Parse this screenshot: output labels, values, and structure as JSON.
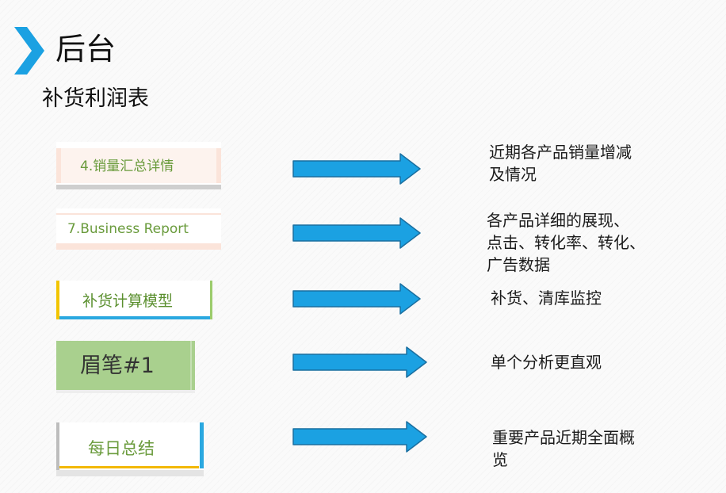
{
  "header": {
    "title": "后台",
    "subtitle": "补货利润表"
  },
  "colors": {
    "accent": "#1ba1e2",
    "arrow_fill": "#1ba1e2",
    "arrow_stroke": "#1a6fa0",
    "thumb_text_green": "#6a9b3c",
    "thumb4_bg": "#a9d08e"
  },
  "icons": {
    "header": "chevron-right-icon",
    "row_arrow": "arrow-right-icon"
  },
  "rows": [
    {
      "label": "4.销量汇总详情",
      "description": "近期各产品销量增减\n及情况"
    },
    {
      "label": "7.Business Report",
      "description": "各产品详细的展现、\n点击、转化率、转化、\n广告数据"
    },
    {
      "label": "补货计算模型",
      "description": "补货、清库监控"
    },
    {
      "label": "眉笔#1",
      "description": "单个分析更直观"
    },
    {
      "label": "每日总结",
      "description": "重要产品近期全面概\n览"
    }
  ]
}
